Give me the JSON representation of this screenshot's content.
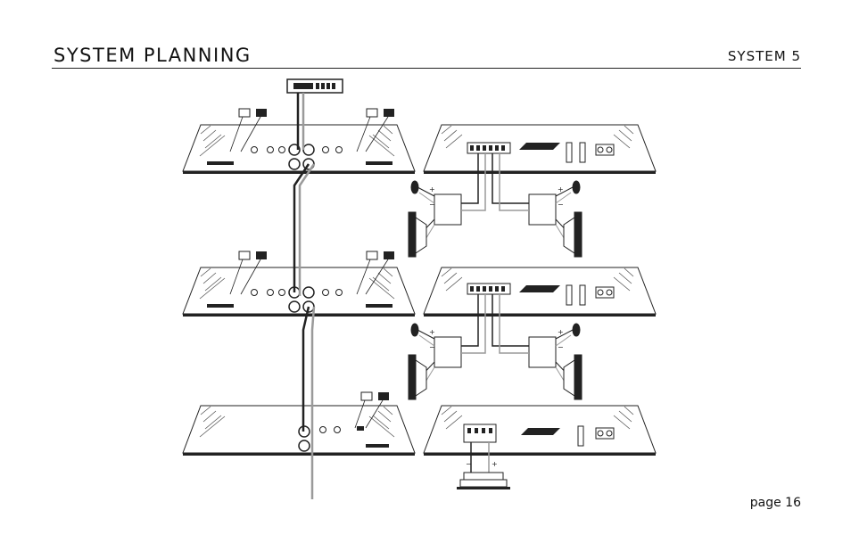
{
  "header": {
    "title": "SYSTEM PLANNING",
    "system": "SYSTEM 5"
  },
  "footer": {
    "page": "page 16"
  },
  "polarity": {
    "plus": "+",
    "minus": "−"
  },
  "colors": {
    "line": "#222222",
    "wire_gray": "#9a9a9a",
    "background": "#ffffff"
  }
}
